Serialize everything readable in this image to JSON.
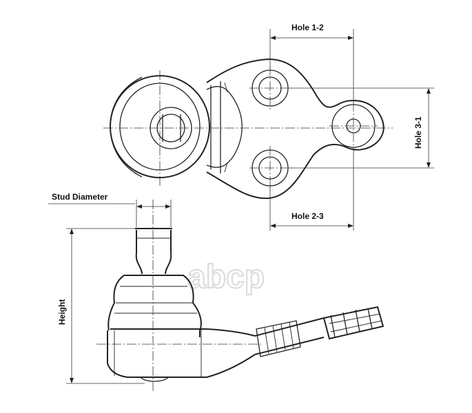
{
  "labels": {
    "hole_1_2": "Hole 1-2",
    "hole_2_3": "Hole 2-3",
    "hole_3_1": "Hole 3-1",
    "stud_diameter": "Stud Diameter",
    "height": "Height"
  },
  "watermark": "abcp",
  "colors": {
    "line": "#222222",
    "watermark": "#dcdcdc",
    "background": "#ffffff"
  }
}
